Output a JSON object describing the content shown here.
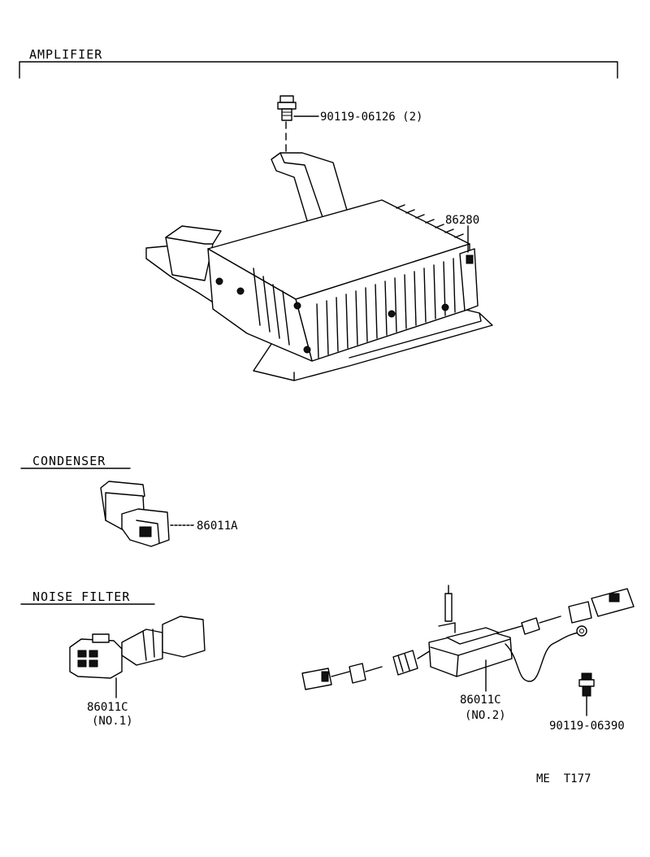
{
  "sections": {
    "amplifier": "AMPLIFIER",
    "condenser": "CONDENSER",
    "noise_filter": "NOISE FILTER"
  },
  "parts": {
    "bolt_top": "90119-06126 (2)",
    "amplifier": "86280",
    "condenser": "86011A",
    "noise_filter_1": "86011C",
    "noise_filter_1_sub": "(NO.1)",
    "noise_filter_2": "86011C",
    "noise_filter_2_sub": "(NO.2)",
    "bolt_bottom": "90119-06390"
  },
  "figure_code": "ME  T177"
}
